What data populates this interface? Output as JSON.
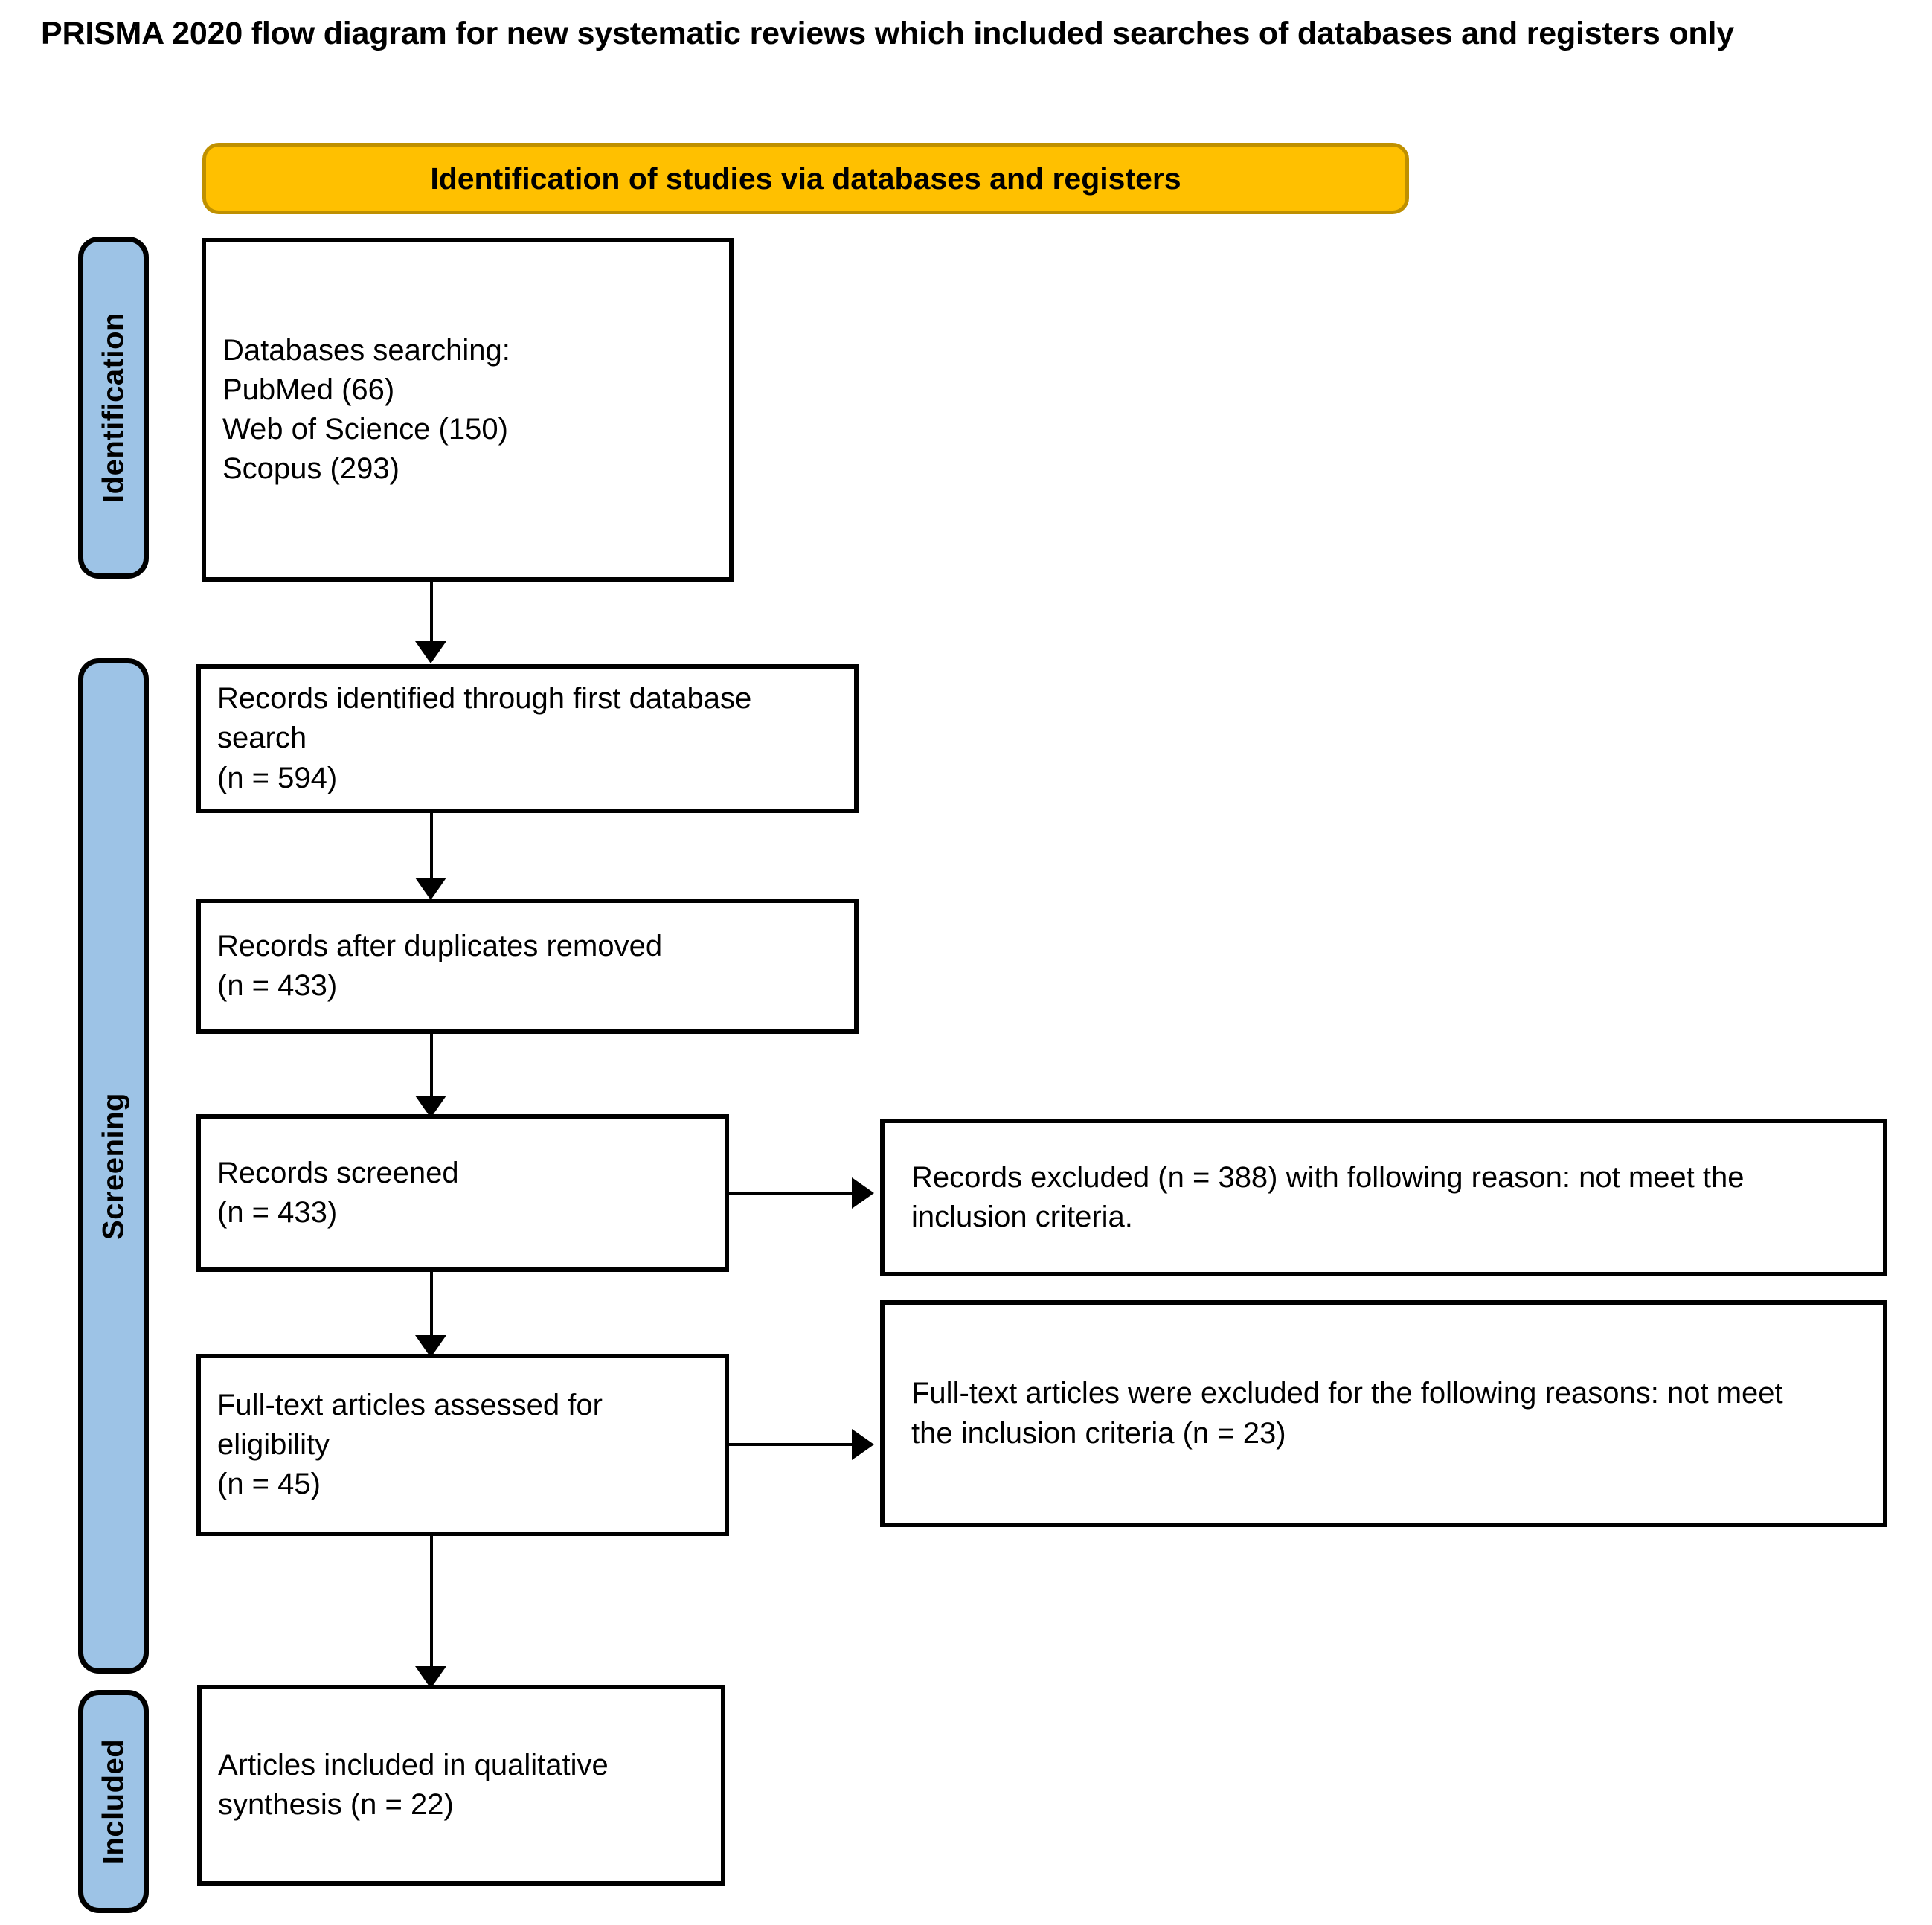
{
  "title": "PRISMA 2020 flow diagram for new systematic reviews which included searches of databases and registers only",
  "banner": {
    "label": "Identification of studies via databases and registers",
    "fill_color": "#FFC000",
    "border_color": "#BF9000"
  },
  "stages": [
    {
      "id": "identification",
      "label": "Identification",
      "fill_color": "#9DC3E6"
    },
    {
      "id": "screening",
      "label": "Screening",
      "fill_color": "#9DC3E6"
    },
    {
      "id": "included",
      "label": "Included",
      "fill_color": "#9DC3E6"
    }
  ],
  "boxes": {
    "databases_searching": {
      "text": "Databases searching:\nPubMed (66)\nWeb of Science (150)\nScopus (293)"
    },
    "records_identified": {
      "text": "Records identified through first database\nsearch\n(n = 594)"
    },
    "records_after_duplicates": {
      "text": "Records after duplicates removed\n(n = 433)"
    },
    "records_screened": {
      "text": "Records screened\n(n = 433)"
    },
    "records_excluded": {
      "text": "Records excluded (n = 388) with following reason: not meet the\ninclusion criteria."
    },
    "fulltext_assessed": {
      "text": "Full-text articles assessed for\neligibility\n(n = 45)"
    },
    "fulltext_excluded": {
      "text": "Full-text articles were excluded for the following reasons: not meet\nthe inclusion criteria (n = 23)"
    },
    "articles_included": {
      "text": "Articles included in qualitative\nsynthesis (n = 22)"
    }
  },
  "counts": {
    "pubmed": 66,
    "web_of_science": 150,
    "scopus": 293,
    "records_identified": 594,
    "records_after_duplicates": 433,
    "records_screened": 433,
    "records_excluded": 388,
    "fulltext_assessed": 45,
    "fulltext_excluded": 23,
    "articles_included": 22
  }
}
